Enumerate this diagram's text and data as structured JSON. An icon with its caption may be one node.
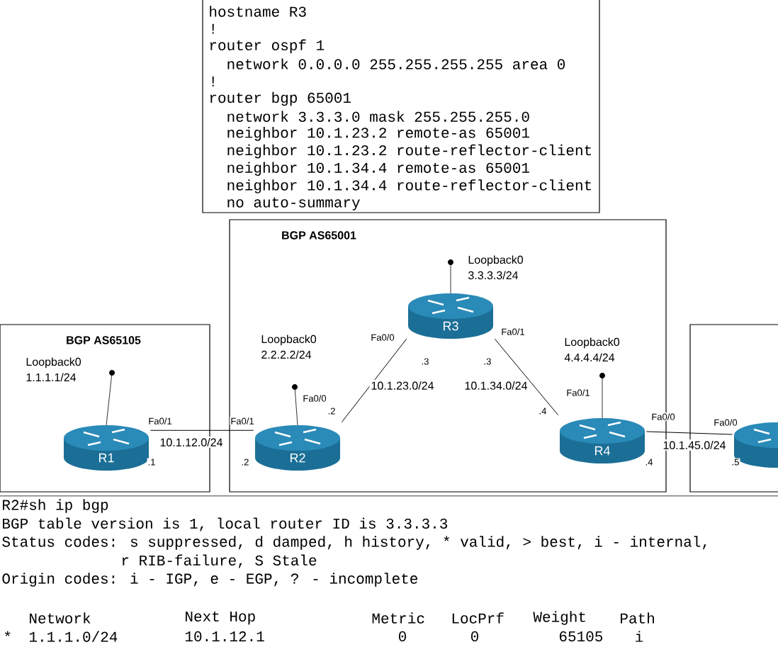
{
  "diagram": {
    "nodes": [
      {
        "text": [
          "hostname R3",
          "!",
          "router ospf 1",
          " network 0.0.0.0 255.255.255.255 area 0",
          "!",
          "router bgp 65001",
          " network 3.3.3.0 mask 255.255.255.0",
          " neighbor 10.1.23.2 remote-as 65001",
          " neighbor 10.1.23.2 route-reflector-client",
          " neighbor 10.1.34.4 remote-as 65001",
          " neighbor 10.1.34.4 route-reflector-client",
          " no auto-summary"
        ]
      },
      {
        "text": [
          "BGP AS65105"
        ]
      },
      {
        "text": [
          "R1"
        ],
        "in": 1,
        "beside": [
          "Loopback0 1.1.1.1/24"
        ]
      },
      {
        "text": [
          "BGP AS65001"
        ]
      },
      {
        "text": [
          "R3"
        ],
        "in": 3,
        "beside": [
          "Loopback0 3.3.3.3/24"
        ]
      },
      {
        "text": [
          "R2"
        ],
        "in": 3
      },
      {
        "text": [
          "R4"
        ],
        "in": 3
      },
      {
        "text": [],
        "shape": "box"
      },
      {
        "text": [],
        "shape": "cylinder",
        "in": 7
      }
    ],
    "edges": [
      {
        "from": 2,
        "to": 5,
        "arrow": "none",
        "label": "10.1.12.0/24"
      },
      {
        "from": 5,
        "to": 4,
        "arrow": "none",
        "label": "10.1.23.0/24"
      },
      {
        "from": 4,
        "to": 6,
        "arrow": "none",
        "label": "10.1.34.0/24"
      },
      {
        "from": 6,
        "to": 8,
        "arrow": "none",
        "label": "10.1.45.0/24"
      }
    ],
    "labels": [
      "Fa0/1",
      ".1",
      "Fa0/1",
      ".2",
      "Fa0/0",
      ".2",
      "Fa0/0",
      ".3",
      "Fa0/1",
      ".3",
      "Fa0/1",
      ".4",
      "Fa0/0",
      ".4",
      "Fa0/0",
      ".5",
      "R2#sh ip bgp",
      "BGP table version is 1, local router ID is 3.3.3.3",
      "Status codes: s suppressed, d damped, h history, * valid, > best, i - internal,",
      "r RIB-failure, S Stale",
      "Origin codes: i - IGP, e - EGP, ? - incomplete",
      "Network",
      "Next Hop",
      "Metric",
      "LocPrf",
      "Weight",
      "Path",
      "*",
      "1.1.1.0/24",
      "10.1.12.1",
      "0",
      "0",
      "65105",
      "i",
      "Loopback0 2.2.2.2/24",
      "Loopback0 4.4.4.4/24"
    ]
  }
}
